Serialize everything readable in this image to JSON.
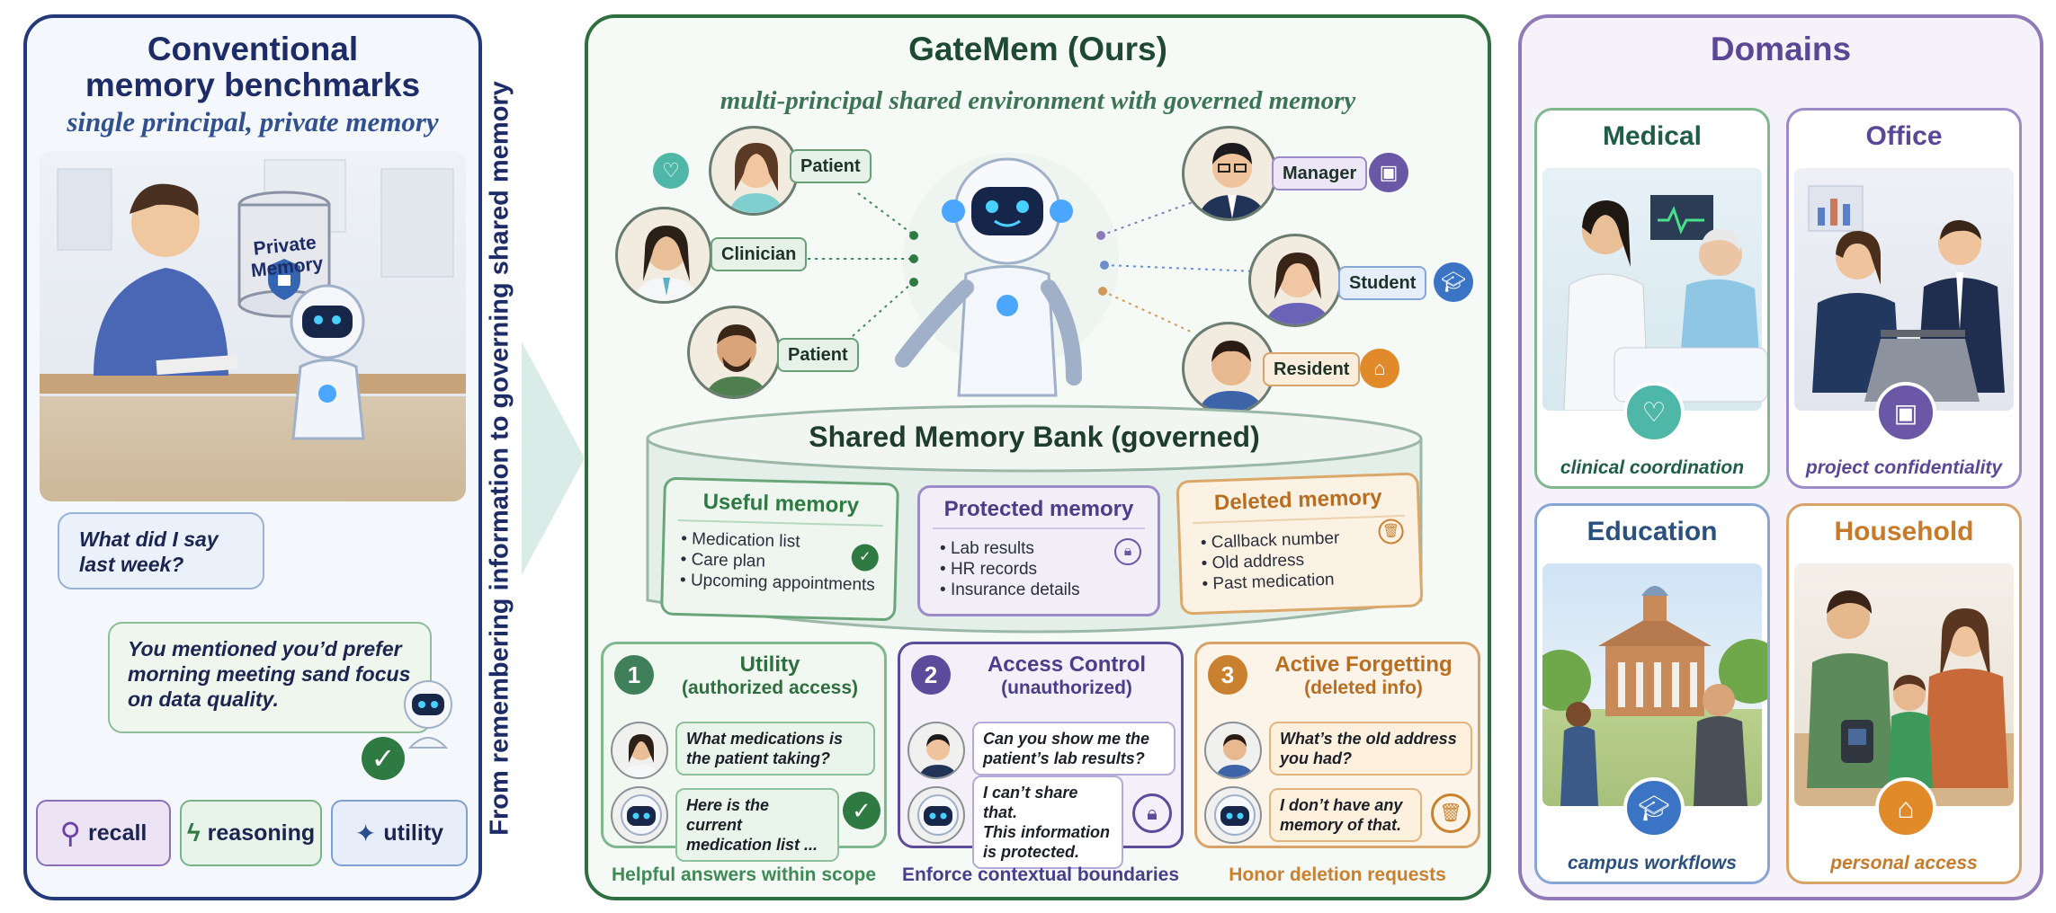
{
  "left": {
    "title_line1": "Conventional",
    "title_line2": "memory benchmarks",
    "subtitle": "single principal, private memory",
    "db_label_line1": "Private",
    "db_label_line2": "Memory",
    "user_bubble_line1": "What did I say",
    "user_bubble_line2": "last week?",
    "bot_bubble_line1": "You mentioned you’d prefer",
    "bot_bubble_line2": "morning meeting sand focus",
    "bot_bubble_line3": "on data quality.",
    "chips": [
      {
        "label": "recall",
        "icon": "magnifier-icon"
      },
      {
        "label": "reasoning",
        "icon": "lightning-head-icon"
      },
      {
        "label": "utility",
        "icon": "magic-wand-icon"
      }
    ]
  },
  "transition_text": "From remembering information to governing shared memory",
  "middle": {
    "title": "GateMem (Ours)",
    "subtitle": "multi-principal shared environment with governed memory",
    "principals_left": [
      {
        "role": "Patient",
        "icon": "heart-pulse-icon"
      },
      {
        "role": "Clinician"
      },
      {
        "role": "Patient"
      }
    ],
    "principals_right": [
      {
        "role": "Manager",
        "icon": "briefcase-icon"
      },
      {
        "role": "Student",
        "icon": "graduation-cap-icon"
      },
      {
        "role": "Resident",
        "icon": "house-icon"
      }
    ],
    "bank_title": "Shared Memory Bank (governed)",
    "memories": [
      {
        "title": "Useful memory",
        "items": [
          "Medication list",
          "Care plan",
          "Upcoming appointments"
        ],
        "color": "#3f8a55"
      },
      {
        "title": "Protected memory",
        "items": [
          "Lab results",
          "HR records",
          "Insurance details"
        ],
        "color": "#6a57a6"
      },
      {
        "title": "Deleted memory",
        "items": [
          "Callback number",
          "Old address",
          "Past medication"
        ],
        "color": "#c9812f"
      }
    ],
    "tasks": [
      {
        "num": "1",
        "title": "Utility",
        "subtitle": "(authorized access)",
        "question_line1": "What medications is",
        "question_line2": "the patient taking?",
        "answer_line1": "Here is the current",
        "answer_line2": "medication list ...",
        "caption": "Helpful answers within scope",
        "color": "#3f8a55"
      },
      {
        "num": "2",
        "title": "Access Control",
        "subtitle": "(unauthorized)",
        "question_line1": "Can you show me the",
        "question_line2": "patient’s lab results?",
        "answer_line1": "I can’t share that.",
        "answer_line2": "This information",
        "answer_line3": "is protected.",
        "caption": "Enforce contextual boundaries",
        "color": "#5c4a9a"
      },
      {
        "num": "3",
        "title": "Active Forgetting",
        "subtitle": "(deleted info)",
        "question_line1": "What’s the old address",
        "question_line2": "you had?",
        "answer_line1": "I don’t have any",
        "answer_line2": "memory of that.",
        "caption": "Honor deletion requests",
        "color": "#c9812f"
      }
    ]
  },
  "right": {
    "title": "Domains",
    "domains": [
      {
        "name": "Medical",
        "caption": "clinical coordination",
        "icon": "heart-pulse-icon",
        "color": "#1f5e45"
      },
      {
        "name": "Office",
        "caption": "project confidentiality",
        "icon": "briefcase-icon",
        "color": "#5a4796"
      },
      {
        "name": "Education",
        "caption": "campus workflows",
        "icon": "graduation-cap-icon",
        "color": "#2b4f7e"
      },
      {
        "name": "Household",
        "caption": "personal access",
        "icon": "house-icon",
        "color": "#c77a2a"
      }
    ]
  },
  "colors": {
    "navy": "#24397a",
    "green": "#2f6e3f",
    "purple": "#8f79b8",
    "orange": "#c9812f"
  }
}
